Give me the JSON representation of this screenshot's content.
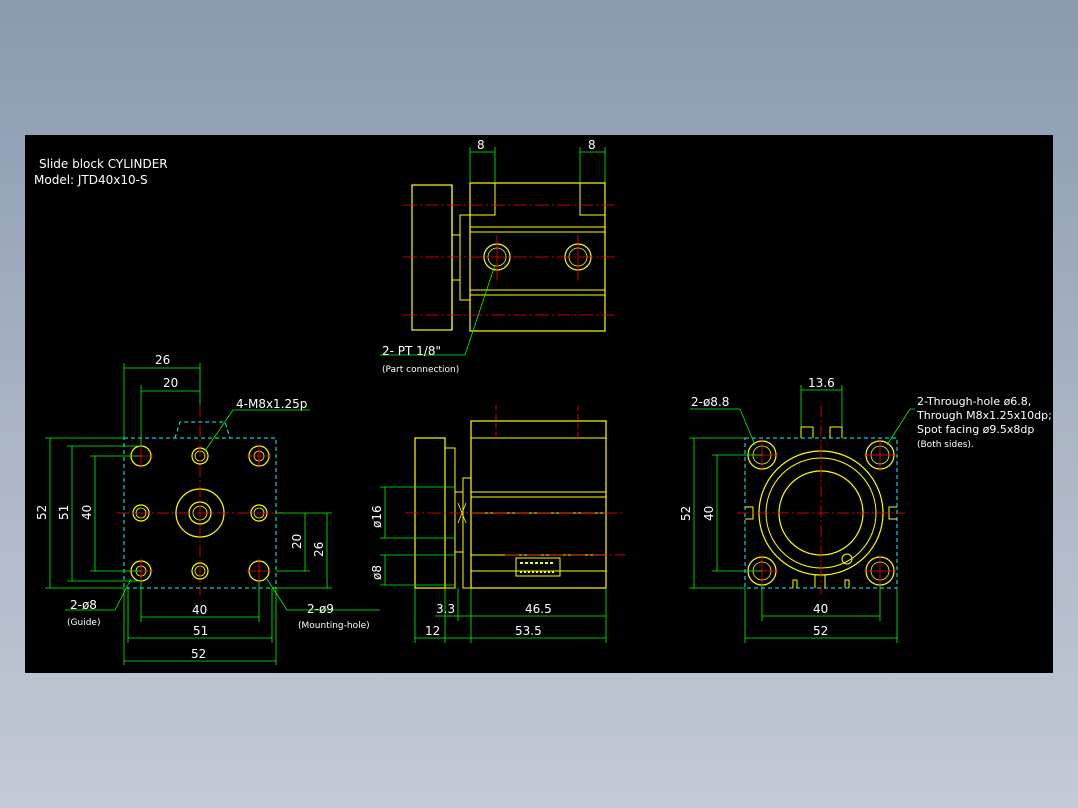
{
  "title_block": {
    "title": "Slide block CYLINDER",
    "model": "Model:  JTD40x10-S"
  },
  "top_view": {
    "dim_left": "8",
    "dim_right": "8",
    "port_callout": "2-  PT 1/8\"",
    "port_note": "(Part connection)"
  },
  "left_view": {
    "dim_26": "26",
    "dim_20_top": "20",
    "thread_callout": "4-M8x1.25p",
    "dim_52_v": "52",
    "dim_51_v": "51",
    "dim_40_v": "40",
    "dim_20_v": "20",
    "dim_26_v": "26",
    "guide_callout": "2-ø8",
    "guide_note": "(Guide)",
    "mount_callout": "2-ø9",
    "mount_note": "(Mounting-hole)",
    "dim_40_h": "40",
    "dim_51_h": "51",
    "dim_52_h": "52"
  },
  "side_view": {
    "dim_d16": "ø16",
    "dim_d8": "ø8",
    "dim_33": "3.3",
    "dim_465": "46.5",
    "dim_12": "12",
    "dim_535": "53.5"
  },
  "right_view": {
    "dim_136": "13.6",
    "hole_callout": "2-ø8.8",
    "through_note_1": "2-Through-hole ø6.8,",
    "through_note_2": "Through M8x1.25x10dp;",
    "through_note_3": "Spot facing ø9.5x8dp",
    "through_note_4": "(Both sides).",
    "dim_52_v": "52",
    "dim_40_v": "40",
    "dim_40_h": "40",
    "dim_52_h": "52"
  },
  "colors": {
    "background": "#000000",
    "outline": "#ffff00",
    "dimension": "#00ff00",
    "centerline": "#ff0000",
    "hidden": "#00ffff",
    "text": "#ffffff"
  }
}
